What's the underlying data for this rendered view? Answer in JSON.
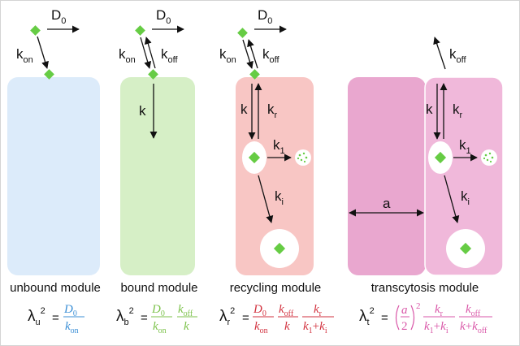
{
  "colors": {
    "unbound": "#dcebfa",
    "bound": "#d6efc6",
    "recycling": "#f8c6c4",
    "transcytosis": "#e9a7cf",
    "transcytosis_light": "#f0b8da",
    "ligand": "#66cc44",
    "blue_eq": "#3b8fd6",
    "green_eq": "#7cc24b",
    "red_eq": "#d2323f",
    "pink_eq": "#d957a8"
  },
  "labels": {
    "D": "D",
    "D_sub": "0",
    "k": "k",
    "on": "on",
    "off": "off",
    "r": "r",
    "one": "1",
    "i": "i",
    "a": "a"
  },
  "modules": {
    "unbound": "unbound module",
    "bound": "bound module",
    "recycling": "recycling module",
    "transcytosis": "transcytosis module"
  },
  "equations": {
    "lambda": "λ",
    "squared": "2",
    "equals": "=",
    "plus": "+",
    "u": "u",
    "b": "b",
    "r": "r",
    "t": "t",
    "two": "2"
  }
}
